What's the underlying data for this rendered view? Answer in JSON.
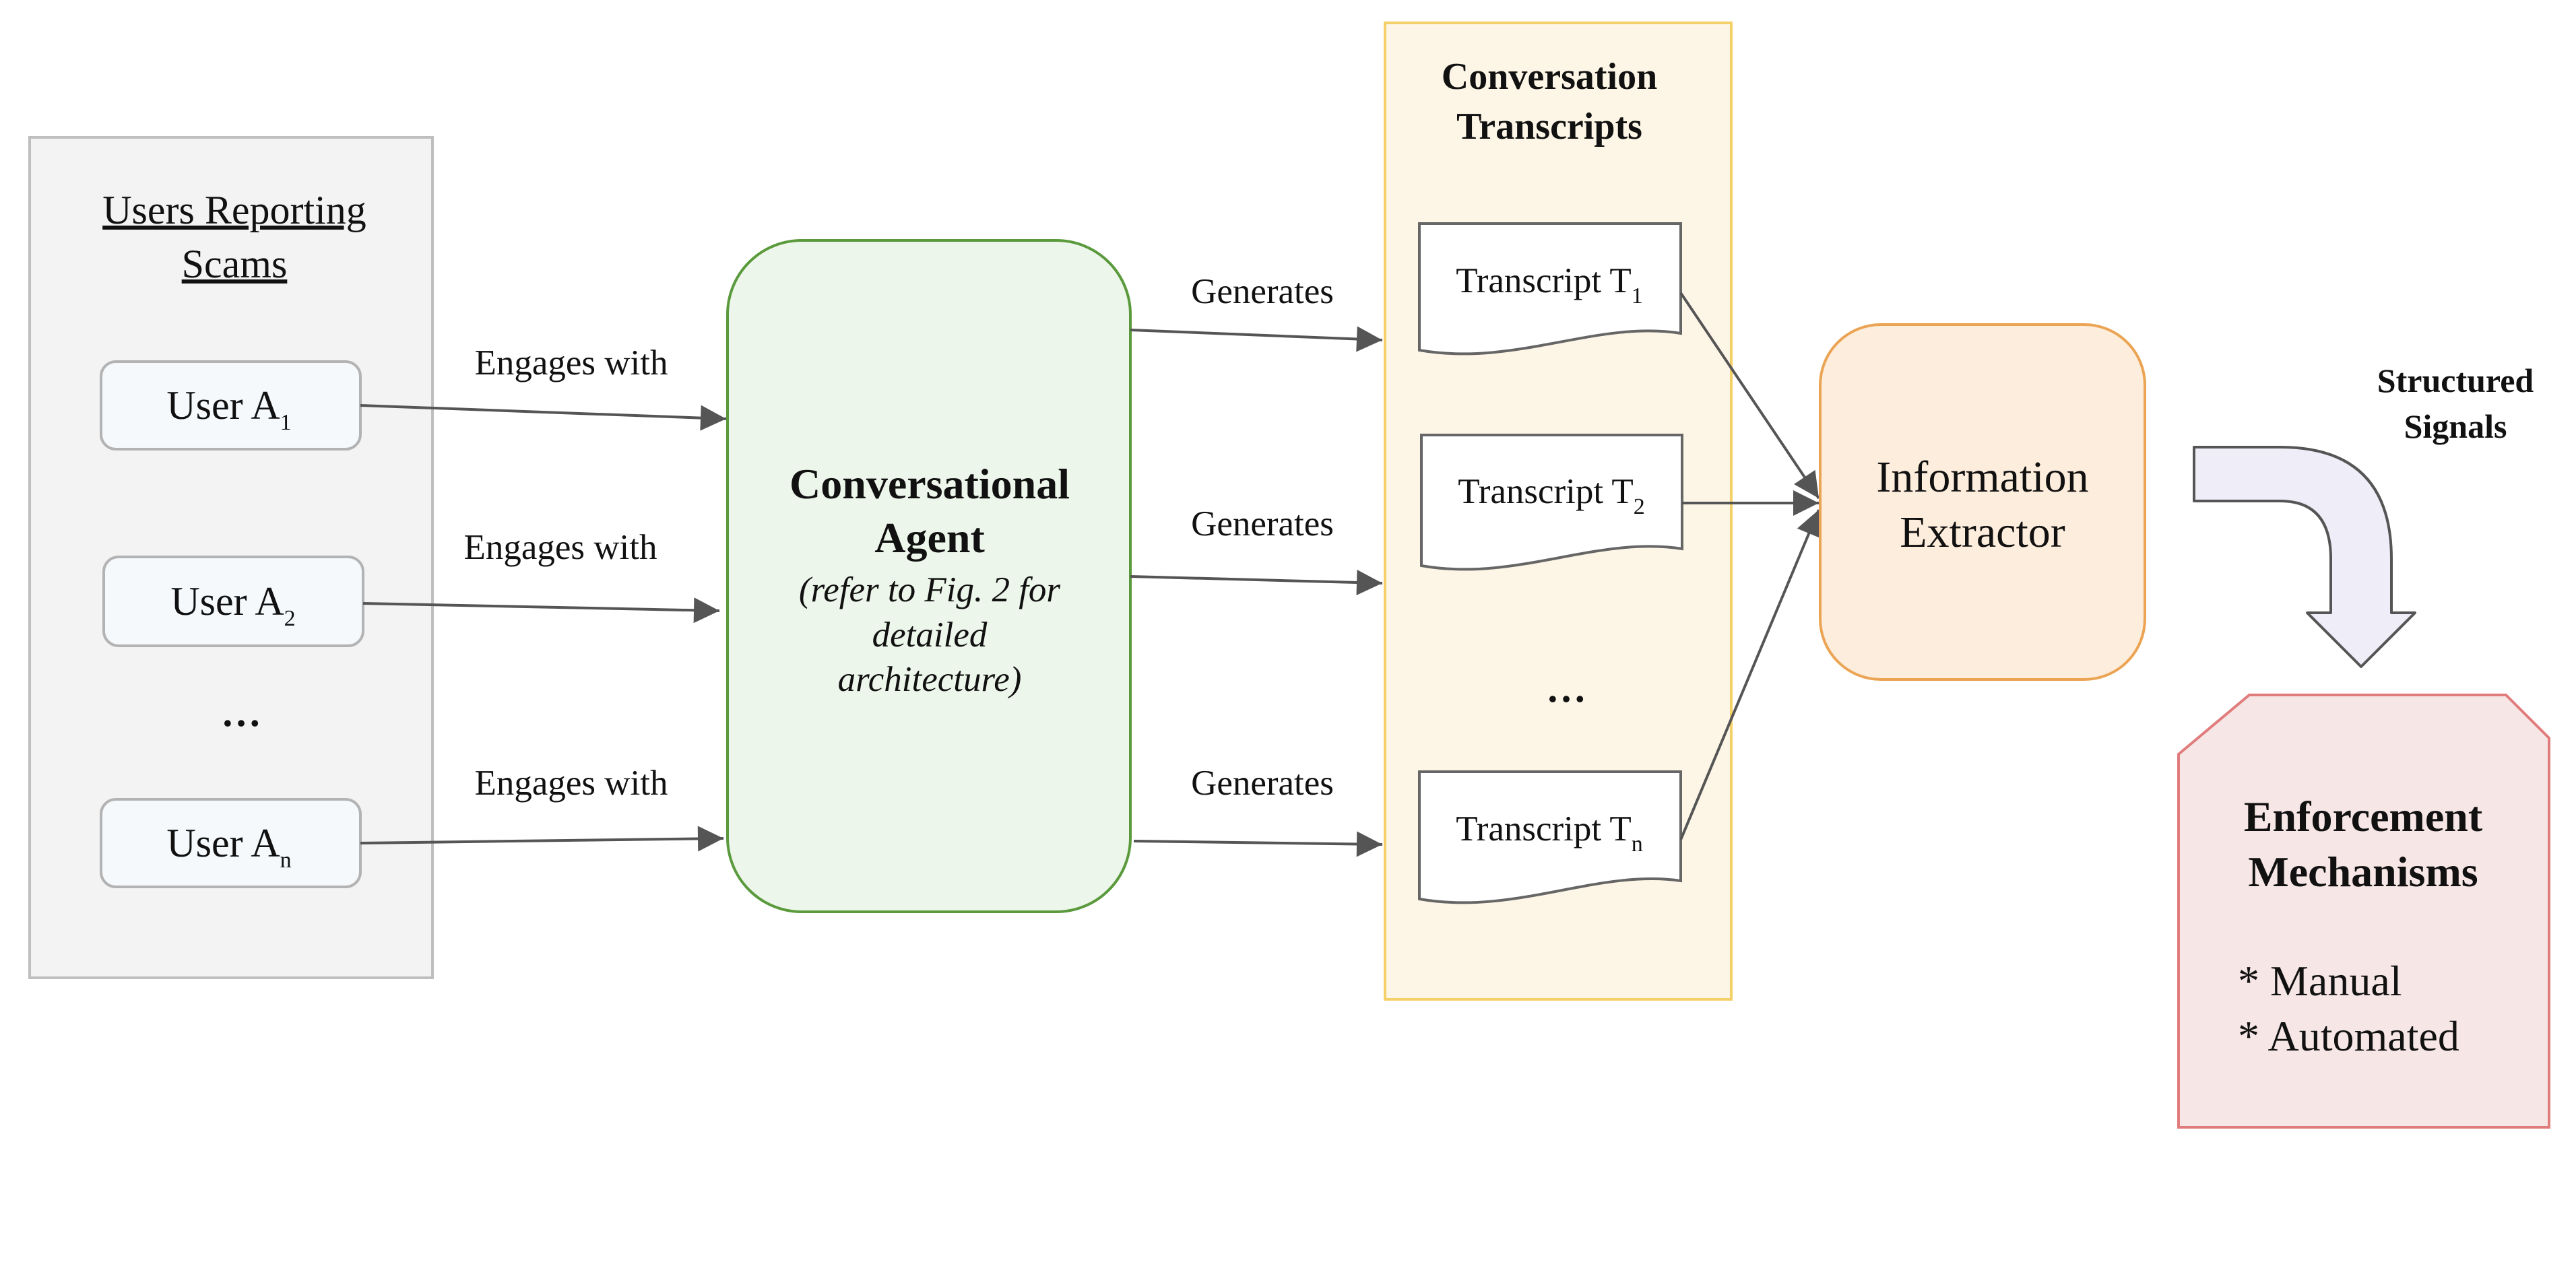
{
  "users_panel": {
    "title_line1": "Users Reporting",
    "title_line2": "Scams",
    "users": [
      {
        "name": "User A",
        "sub": "1"
      },
      {
        "name": "User A",
        "sub": "2"
      },
      {
        "name": "User A",
        "sub": "n"
      }
    ],
    "ellipsis": "…"
  },
  "edges": {
    "engages_with": [
      "Engages with",
      "Engages with",
      "Engages with"
    ],
    "generates": [
      "Generates",
      "Generates",
      "Generates"
    ]
  },
  "agent": {
    "title_line1": "Conversational",
    "title_line2": "Agent",
    "note_line1": "(refer to Fig. 2 for",
    "note_line2": "detailed",
    "note_line3": "architecture)"
  },
  "transcripts_panel": {
    "title_line1": "Conversation",
    "title_line2": "Transcripts",
    "docs": [
      {
        "name": "Transcript T",
        "sub": "1"
      },
      {
        "name": "Transcript T",
        "sub": "2"
      },
      {
        "name": "Transcript T",
        "sub": "n"
      }
    ],
    "ellipsis": "…"
  },
  "extractor": {
    "line1": "Information",
    "line2": "Extractor"
  },
  "signals": {
    "line1": "Structured",
    "line2": "Signals"
  },
  "enforcement": {
    "title_line1": "Enforcement",
    "title_line2": "Mechanisms",
    "items": [
      "* Manual",
      "* Automated"
    ]
  },
  "colors": {
    "users_panel_fill": "#f3f3f3",
    "user_box_fill": "#f5f9fc",
    "agent_fill": "#edf6ea",
    "agent_border": "#5a9a3c",
    "transcripts_fill": "#fdf6e6",
    "transcripts_border": "#f5cf68",
    "extractor_fill": "#fdeddc",
    "extractor_border": "#eba454",
    "enforcement_fill": "#f7e6e6",
    "enforcement_border": "#e07c7c",
    "bend_arrow_fill": "#eeedf8",
    "arrow": "#555555"
  }
}
